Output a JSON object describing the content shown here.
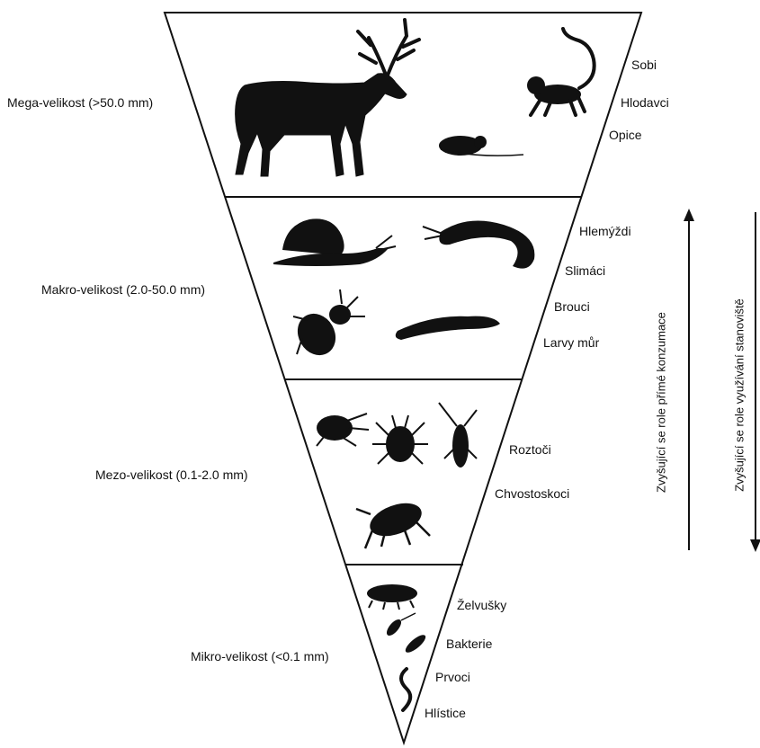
{
  "tiers": [
    {
      "label": "Mega-velikost (>50.0 mm)",
      "organisms": [
        "Sobi",
        "Hlodavci",
        "Opice"
      ]
    },
    {
      "label": "Makro-velikost (2.0-50.0 mm)",
      "organisms": [
        "Hlemýždi",
        "Slimáci",
        "Brouci",
        "Larvy můr"
      ]
    },
    {
      "label": "Mezo-velikost (0.1-2.0 mm)",
      "organisms": [
        "Roztoči",
        "Chvostoskoci"
      ]
    },
    {
      "label": "Mikro-velikost (<0.1 mm)",
      "organisms": [
        "Želvušky",
        "Bakterie",
        "Prvoci",
        "Hlístice"
      ]
    }
  ],
  "arrows": {
    "up": "Zvyšující se role přímé konzumace",
    "down": "Zvyšující se role využívání stanoviště"
  },
  "colors": {
    "ink": "#111111",
    "background": "#ffffff"
  }
}
